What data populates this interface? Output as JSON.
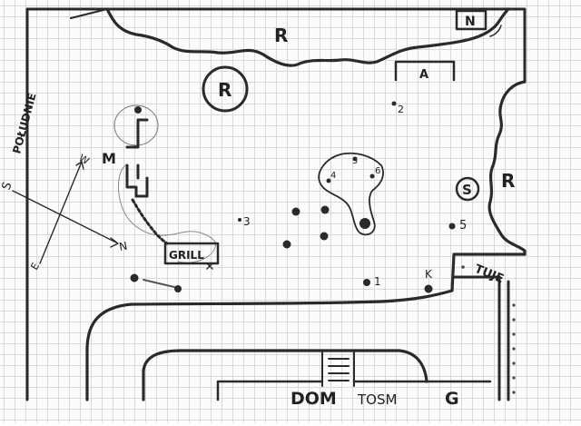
{
  "map": {
    "compass": {
      "south": "S",
      "north": "N",
      "west": "W",
      "east": "E",
      "side_label": "POŁUDNIE"
    },
    "labels": {
      "r_top": "R",
      "r_circle": "R",
      "r_right": "R",
      "n_box": "N",
      "a_box": "A",
      "s_circle": "S",
      "m": "M",
      "grill": "GRILL",
      "tuje": "TUJE",
      "house": "DOM",
      "house_extra": "TOSM",
      "house_g": "G"
    },
    "markers": {
      "n1": "1",
      "n2": "2",
      "n3": "3",
      "n4": "4",
      "n5a": "5",
      "n5b": "5",
      "n6": "6",
      "k": "K"
    }
  }
}
